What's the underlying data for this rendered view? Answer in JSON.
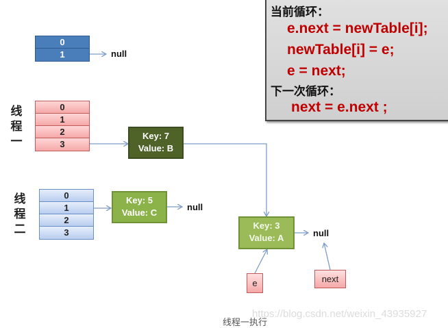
{
  "colors": {
    "code_red": "#c00000",
    "new_table_blue": "#4a7ebb",
    "thread1_pink": "#f5a8a8",
    "thread2_lightblue": "#b9cdef",
    "node_dark_green": "#4f6228",
    "node_green": "#8cb24a",
    "arrow": "#7e9cc8"
  },
  "new_table": {
    "rows": [
      "0",
      "1"
    ],
    "null_label": "null"
  },
  "thread1": {
    "label_chars": [
      "线",
      "程",
      "一"
    ],
    "table_rows": [
      "0",
      "1",
      "2",
      "3"
    ]
  },
  "thread2": {
    "label_chars": [
      "线",
      "程",
      "二"
    ],
    "table_rows": [
      "0",
      "1",
      "2",
      "3"
    ]
  },
  "nodes": {
    "key7": {
      "key": "Key: 7",
      "value": "Value: B"
    },
    "key5": {
      "key": "Key: 5",
      "value": "Value: C",
      "null_label": "null"
    },
    "key3": {
      "key": "Key: 3",
      "value": "Value: A",
      "null_label": "null"
    }
  },
  "pointers": {
    "e": "e",
    "next": "next"
  },
  "code_box": {
    "current_loop_title": "当前循环：",
    "current_lines": [
      "e.next = newTable[i];",
      "newTable[i] = e;",
      "e = next;"
    ],
    "next_loop_title": "下一次循环：",
    "next_lines": [
      "next = e.next ;"
    ]
  },
  "caption": "线程一执行",
  "watermark": "https://blog.csdn.net/weixin_43935927"
}
